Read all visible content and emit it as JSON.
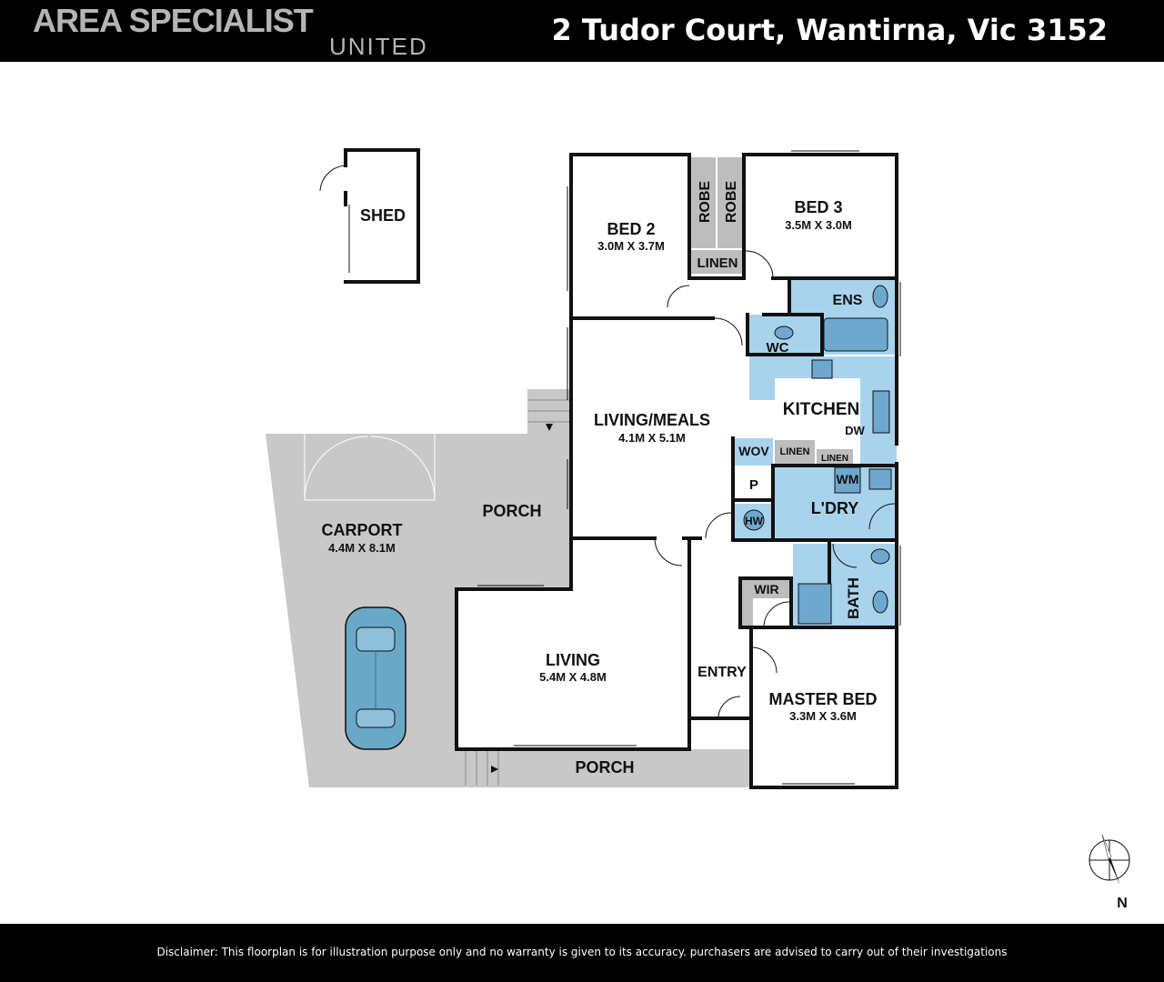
{
  "header": {
    "brand_main": "AREA SPECIALIST",
    "brand_sub": "UNITED",
    "address": "2 Tudor Court, Wantirna, Vic 3152"
  },
  "rooms": {
    "shed": "SHED",
    "bed2": "BED 2",
    "bed2_dim": "3.0M X 3.7M",
    "robe1": "ROBE",
    "robe2": "ROBE",
    "linen_top": "LINEN",
    "bed3": "BED 3",
    "bed3_dim": "3.5M X 3.0M",
    "ens": "ENS",
    "wc": "WC",
    "kitchen": "KITCHEN",
    "dw": "DW",
    "living_meals": "LIVING/MEALS",
    "living_meals_dim": "4.1M X 5.1M",
    "wov": "WOV",
    "linen_mid": "LINEN",
    "linen_small": "LINEN",
    "wm": "WM",
    "p": "P",
    "hw": "HW",
    "laundry": "L'DRY",
    "carport": "CARPORT",
    "carport_dim": "4.4M X 8.1M",
    "porch_top": "PORCH",
    "wir": "WIR",
    "bath": "BATH",
    "living": "LIVING",
    "living_dim": "5.4M X 4.8M",
    "entry": "ENTRY",
    "master_bed": "MASTER BED",
    "master_bed_dim": "3.3M X 3.6M",
    "porch_bottom": "PORCH"
  },
  "compass": {
    "north": "N"
  },
  "footer": {
    "disclaimer": "Disclaimer: This floorplan is for illustration purpose only and no warranty is given to its accuracy. purchasers are advised to carry out of their investigations"
  },
  "colors": {
    "wall": "#111111",
    "wet_area": "#a9d3ec",
    "fixture": "#6fa8cf",
    "outdoor": "#c8c8c8",
    "car": "#6aa8c8"
  }
}
